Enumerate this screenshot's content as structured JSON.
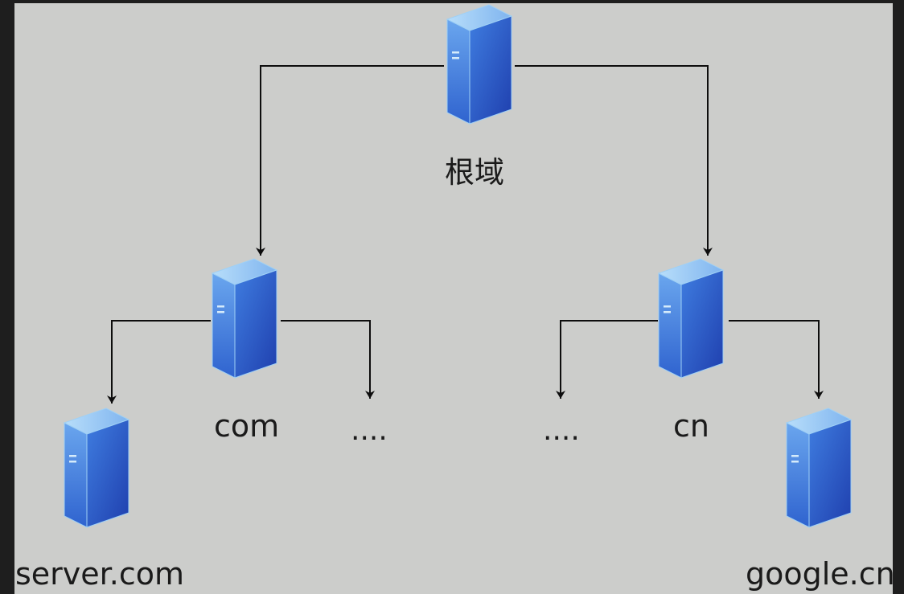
{
  "diagram": {
    "colors": {
      "background": "#cccdcb",
      "frame": "#1e1e1e",
      "connector": "#0d0d0d",
      "server_front": "#2b53c4",
      "server_side": "#4a86e0",
      "server_top": "#8fc3f2"
    },
    "nodes": {
      "root": {
        "label": "根域",
        "icon": "server-icon"
      },
      "com": {
        "label": "com",
        "icon": "server-icon"
      },
      "cn": {
        "label": "cn",
        "icon": "server-icon"
      },
      "server": {
        "label": "server.com",
        "icon": "server-icon"
      },
      "google": {
        "label": "google.cn",
        "icon": "server-icon"
      }
    },
    "placeholders": {
      "com_more": "....",
      "cn_more": "...."
    },
    "edges": [
      {
        "from": "root",
        "to": "com"
      },
      {
        "from": "root",
        "to": "cn"
      },
      {
        "from": "com",
        "to": "server"
      },
      {
        "from": "com",
        "to": "com_more"
      },
      {
        "from": "cn",
        "to": "cn_more"
      },
      {
        "from": "cn",
        "to": "google"
      }
    ]
  }
}
